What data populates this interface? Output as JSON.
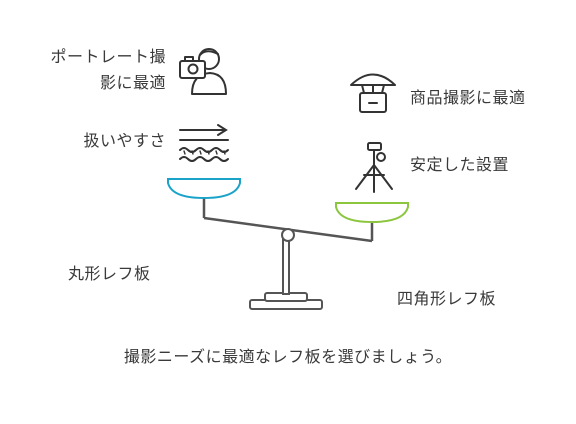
{
  "diagram": {
    "left_pan": {
      "label": "丸形レフ板",
      "color": "#1aa3c9",
      "features": [
        {
          "text_lines": [
            "ポートレート撮",
            "影に最適"
          ],
          "icon": "portrait-camera-icon"
        },
        {
          "text_lines": [
            "扱いやすさ"
          ],
          "icon": "water-waves-icon"
        }
      ]
    },
    "right_pan": {
      "label": "四角形レフ板",
      "color": "#8cc63f",
      "features": [
        {
          "text_lines": [
            "商品撮影に最適"
          ],
          "icon": "product-package-icon"
        },
        {
          "text_lines": [
            "安定した設置"
          ],
          "icon": "tripod-icon"
        }
      ]
    },
    "caption": "撮影ニーズに最適なレフ板を選びましょう。"
  },
  "colors": {
    "stroke": "#555555",
    "icon": "#333333",
    "text": "#3a3a3a"
  }
}
